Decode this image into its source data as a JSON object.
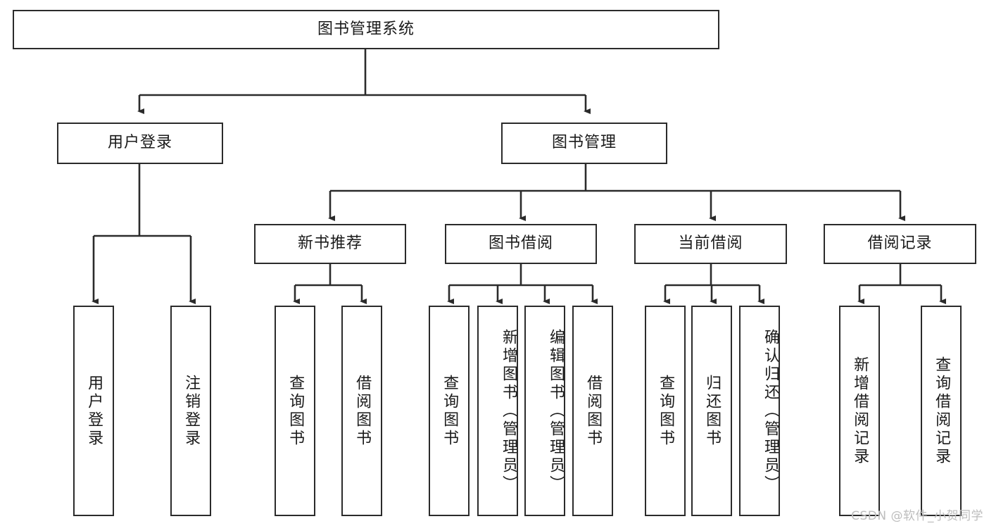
{
  "diagram": {
    "title": "图书管理系统",
    "type": "tree-hierarchy-diagram",
    "root": {
      "id": "root",
      "label": "图书管理系统"
    },
    "level2": [
      {
        "id": "user-login",
        "label": "用户登录"
      },
      {
        "id": "book-manage",
        "label": "图书管理"
      }
    ],
    "level3": [
      {
        "id": "new-book-rec",
        "label": "新书推荐",
        "parent": "book-manage"
      },
      {
        "id": "book-borrow",
        "label": "图书借阅",
        "parent": "book-manage"
      },
      {
        "id": "current-borrow",
        "label": "当前借阅",
        "parent": "book-manage"
      },
      {
        "id": "borrow-record",
        "label": "借阅记录",
        "parent": "book-manage"
      }
    ],
    "leaves": [
      {
        "id": "leaf-user-login",
        "label": "用户登录",
        "parent": "user-login"
      },
      {
        "id": "leaf-logout",
        "label": "注销登录",
        "parent": "user-login"
      },
      {
        "id": "leaf-query-book-1",
        "label": "查询图书",
        "parent": "new-book-rec"
      },
      {
        "id": "leaf-borrow-book-1",
        "label": "借阅图书",
        "parent": "new-book-rec"
      },
      {
        "id": "leaf-query-book-2",
        "label": "查询图书",
        "parent": "book-borrow"
      },
      {
        "id": "leaf-add-book",
        "label": "新增图书（管理员）",
        "parent": "book-borrow"
      },
      {
        "id": "leaf-edit-book",
        "label": "编辑图书（管理员）",
        "parent": "book-borrow"
      },
      {
        "id": "leaf-borrow-book-2",
        "label": "借阅图书",
        "parent": "book-borrow"
      },
      {
        "id": "leaf-query-book-3",
        "label": "查询图书",
        "parent": "current-borrow"
      },
      {
        "id": "leaf-return-book",
        "label": "归还图书",
        "parent": "current-borrow"
      },
      {
        "id": "leaf-confirm-return",
        "label": "确认归还（管理员）",
        "parent": "current-borrow"
      },
      {
        "id": "leaf-add-record",
        "label": "新增借阅记录",
        "parent": "borrow-record"
      },
      {
        "id": "leaf-query-record",
        "label": "查询借阅记录",
        "parent": "borrow-record"
      }
    ],
    "colors": {
      "stroke": "#2b2b2b",
      "background": "#ffffff",
      "text": "#1a1a1a",
      "watermark": "#bdbdbd"
    }
  },
  "watermark": {
    "text": "CSDN @软件_小贺同学"
  }
}
